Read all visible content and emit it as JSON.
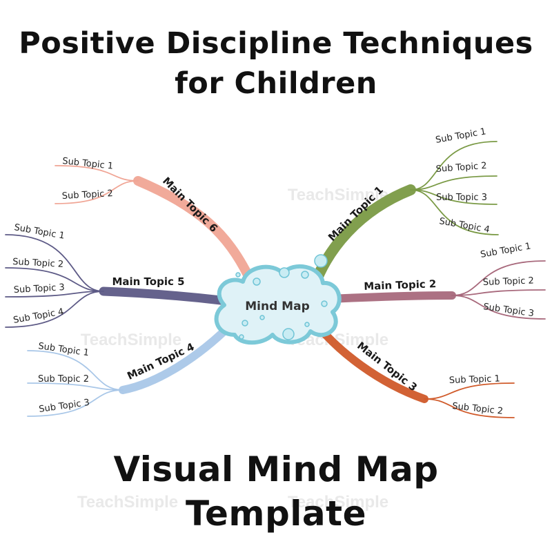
{
  "title": {
    "line1": "Positive Discipline Techniques",
    "line2": "for Children"
  },
  "footer": {
    "line1": "Visual Mind Map",
    "line2": "Template"
  },
  "center": {
    "label": "Mind Map",
    "fill": "#dff2f7",
    "stroke": "#7cc9d8"
  },
  "watermark": {
    "text": "TeachSimple",
    "color": "#e9e9e9"
  },
  "branches": [
    {
      "id": "main-topic-1",
      "label": "Main Topic 1",
      "color": "#7a9a45",
      "subtopics": [
        "Sub Topic 1",
        "Sub Topic 2",
        "Sub Topic 3",
        "Sub Topic 4"
      ]
    },
    {
      "id": "main-topic-2",
      "label": "Main Topic 2",
      "color": "#a8697c",
      "subtopics": [
        "Sub Topic 1",
        "Sub Topic 2",
        "Sub Topic 3"
      ]
    },
    {
      "id": "main-topic-3",
      "label": "Main Topic 3",
      "color": "#d05a2a",
      "subtopics": [
        "Sub Topic 1",
        "Sub Topic 2"
      ]
    },
    {
      "id": "main-topic-4",
      "label": "Main Topic 4",
      "color": "#a9c7e8",
      "subtopics": [
        "Sub Topic 1",
        "Sub Topic 2",
        "Sub Topic 3"
      ]
    },
    {
      "id": "main-topic-5",
      "label": "Main Topic 5",
      "color": "#5d5a86",
      "subtopics": [
        "Sub Topic 1",
        "Sub Topic 2",
        "Sub Topic 3",
        "Sub Topic 4"
      ]
    },
    {
      "id": "main-topic-6",
      "label": "Main Topic 6",
      "color": "#f0a595",
      "subtopics": [
        "Sub Topic 1",
        "Sub Topic 2"
      ]
    }
  ]
}
